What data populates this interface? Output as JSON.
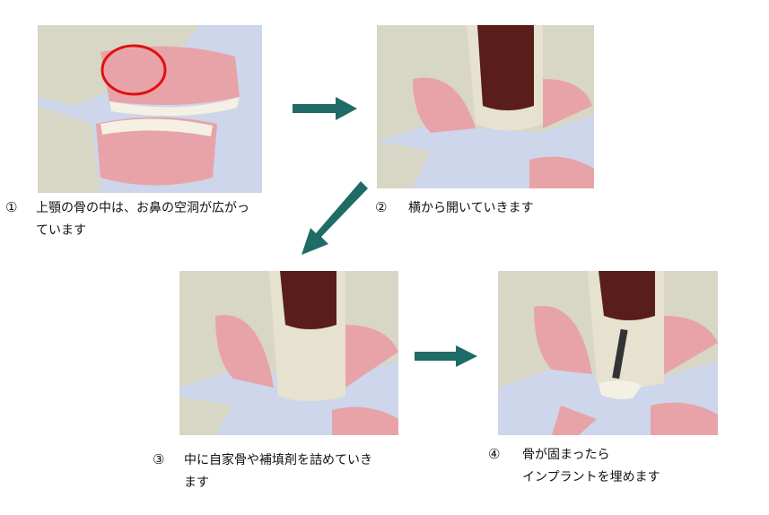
{
  "steps": [
    {
      "number": "①",
      "line1": "上顎の骨の中は、お鼻の空洞が広がっ",
      "line2": "ています"
    },
    {
      "number": "②",
      "line1": "横から開いていきます"
    },
    {
      "number": "③",
      "line1": "中に自家骨や補填剤を詰めていき",
      "line2": "ます"
    },
    {
      "number": "④",
      "line1": "骨が固まったら",
      "line2": "インプラントを埋めます"
    }
  ],
  "colors": {
    "arrow": "#1f6b66",
    "gum": "#e8a3a8",
    "bone": "#e6e2cf",
    "sinus": "#5a1e1a",
    "highlight": "#e01010"
  }
}
